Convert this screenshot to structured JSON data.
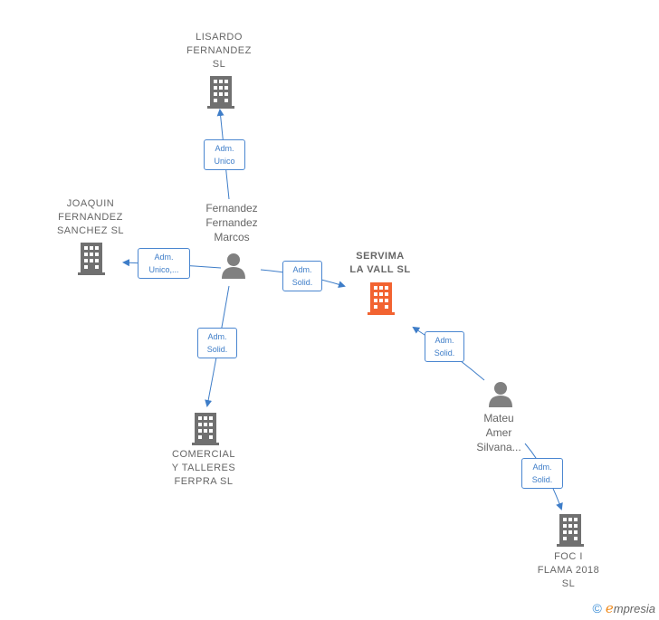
{
  "colors": {
    "edge": "#3e7dc8",
    "building": "#707070",
    "building_main": "#f26331",
    "person": "#808080"
  },
  "companies": {
    "lisardo": {
      "label": "LISARDO\nFERNANDEZ\nSL"
    },
    "joaquin": {
      "label": "JOAQUIN\nFERNANDEZ\nSANCHEZ  SL"
    },
    "servima": {
      "label": "SERVIMA\nLA VALL  SL"
    },
    "comercial": {
      "label": "COMERCIAL\nY TALLERES\nFERPRA  SL"
    },
    "foc": {
      "label": "FOC I\nFLAMA 2018\nSL"
    }
  },
  "persons": {
    "fernandez": {
      "label": "Fernandez\nFernandez\nMarcos"
    },
    "mateu": {
      "label": "Mateu\nAmer\nSilvana..."
    }
  },
  "edges": {
    "to_lisardo": {
      "label": "Adm.\nUnico"
    },
    "to_joaquin": {
      "label": "Adm.\nUnico,..."
    },
    "to_servima_1": {
      "label": "Adm.\nSolid."
    },
    "to_comercial": {
      "label": "Adm.\nSolid."
    },
    "to_servima_2": {
      "label": "Adm.\nSolid."
    },
    "to_foc": {
      "label": "Adm.\nSolid."
    }
  },
  "footer": {
    "copyright": "©",
    "brand_initial": "e",
    "brand_rest": "mpresia"
  }
}
